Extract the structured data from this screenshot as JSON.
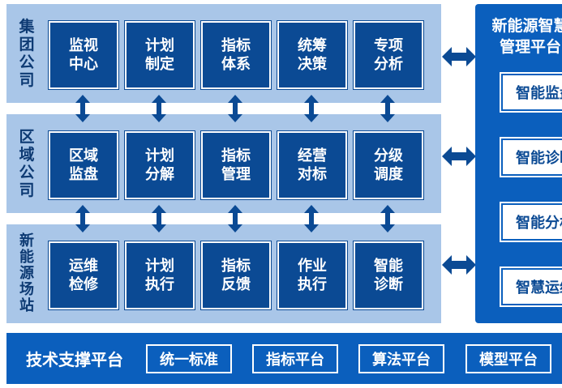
{
  "tiers": [
    {
      "label": "集\n团\n公\n司",
      "boxes": [
        "监视\n中心",
        "计划\n制定",
        "指标\n体系",
        "统筹\n决策",
        "专项\n分析"
      ]
    },
    {
      "label": "区\n域\n公\n司",
      "boxes": [
        "区域\n监盘",
        "计划\n分解",
        "指标\n管理",
        "经营\n对标",
        "分级\n调度"
      ]
    },
    {
      "label": "新\n能\n源\n场\n站",
      "boxes": [
        "运维\n检修",
        "计划\n执行",
        "指标\n反馈",
        "作业\n执行",
        "智能\n诊断"
      ]
    }
  ],
  "right_panel": {
    "title": "新能源智慧\n管理平台",
    "items": [
      "智能监盘",
      "智能诊断",
      "智能分析",
      "智慧运维"
    ]
  },
  "bottom": {
    "title": "技术支撑平台",
    "items": [
      "统一标准",
      "指标平台",
      "算法平台",
      "模型平台"
    ]
  },
  "colors": {
    "tier_bg": "#a9c6e8",
    "box_bg": "#0b4a94",
    "panel_bg": "#0b5fbd",
    "label": "#0d3a73"
  }
}
